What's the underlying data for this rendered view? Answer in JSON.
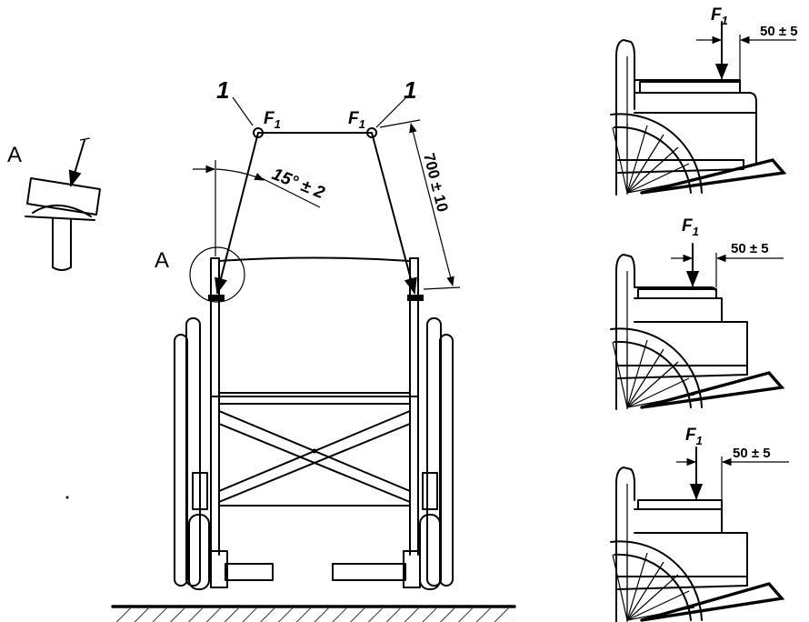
{
  "labels": {
    "detail_ref": "A",
    "item_number": "1",
    "force": "F",
    "force_sub": "1",
    "angle": "15° ± 2",
    "length": "700 ± 10",
    "offset": "50 ± 5"
  }
}
